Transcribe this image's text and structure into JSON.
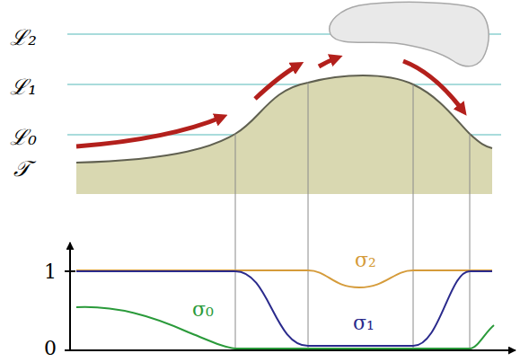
{
  "diagram": {
    "labels": [
      "ℒ₂",
      "ℒ₁",
      "ℒ₀",
      "𝒯",
      "1",
      "0",
      "σ₀",
      "σ₂",
      "σ₁"
    ]
  }
}
